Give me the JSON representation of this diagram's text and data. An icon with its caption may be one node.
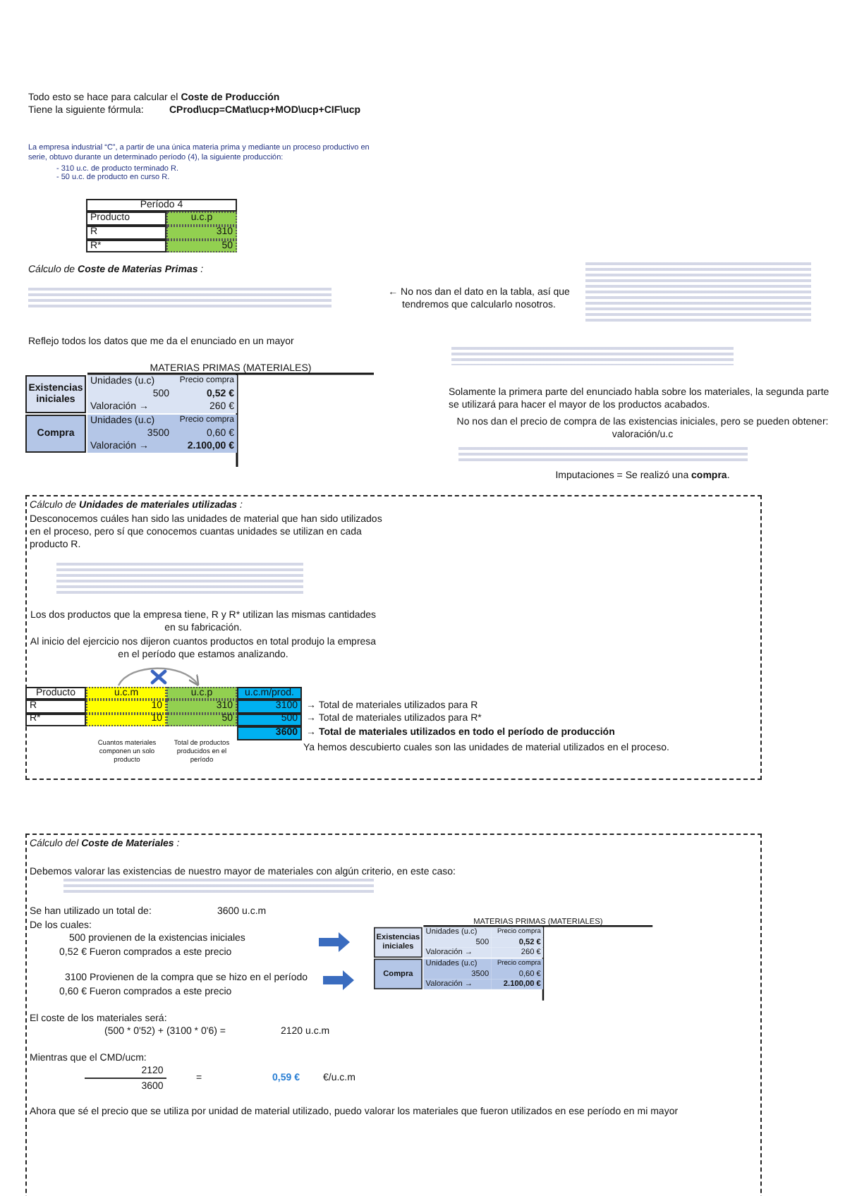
{
  "diagram": {
    "nodes": [
      {
        "text": [
          "Cálculo de **Unidades de materiales utilizadas** :",
          "Desconocemos cuáles han sido las unidades de material que han sido utilizados en el proceso, pero sí que conocemos cuantas unidades se utilizan en cada producto R.",
          "Los dos productos que la empresa tiene, R y R* utilizan las mismas cantidades en su fabricación.",
          "Al inicio del ejercicio nos dijeron cuantos productos en total produjo la empresa en el período que estamos analizando."
        ]
      },
      {
        "text": [
          "Cálculo del **Coste de Materiales** :",
          "Debemos valorar las existencias de nuestro mayor de materiales con algún criterio, en este caso:",
          "Se han utilizado un total de:",
          "3600 u.c.m",
          "De los cuales:",
          "500 provienen de la existencias iniciales",
          "0,52 € Fueron comprados a este precio",
          "3100 Provienen de la compra que se hizo en el período",
          "0,60 € Fueron comprados a este precio",
          "El coste de los materiales será:",
          "(500 * 0'52) + (3100 * 0'6) =",
          "2120 u.c.m",
          "Mientras que el CMD/ucm:",
          "2120",
          "3600",
          "=",
          "0,59 €",
          "€/u.c.m",
          "Ahora que sé el precio que se utiliza por unidad de material utilizado, puedo valorar los materiales que fueron utilizados en ese período en mi mayor"
        ]
      }
    ],
    "labels": [
      "Todo esto se hace para calcular el **Coste de Producción**",
      "Tiene la siguiente fórmula:",
      "CProd\\ucp=CMat\\ucp+MOD\\ucp+CIF\\ucp",
      "La empresa industrial “C”, a partir de una única materia prima y mediante un proceso productivo en serie, obtuvo durante un determinado período (4), la siguiente producción:",
      "- 310 u.c. de producto terminado R.",
      "- 50 u.c. de producto en curso R.",
      "Período 4",
      "Producto",
      "u.c.p",
      "R",
      "310",
      "R*",
      "50",
      "Cálculo de **Coste de Materias Primas** :",
      "← No nos dan el dato en la tabla, así que tendremos que calcularlo nosotros.",
      "Reflejo todos los datos que me da el enunciado en un mayor",
      "MATERIAS PRIMAS (MATERIALES)",
      "Existencias iniciales",
      "Unidades (u.c)",
      "Precio compra",
      "500",
      "0,52 €",
      "Valoración →",
      "260 €",
      "Compra",
      "Unidades (u.c)",
      "Precio compra",
      "3500",
      "0,60 €",
      "Valoración →",
      "2.100,00 €",
      "Solamente la primera parte del enunciado habla sobre los materiales, la segunda parte se utilizará para hacer el mayor de los productos acabados.",
      "No nos dan el precio de compra de las existencias iniciales, pero se pueden obtener: valoración/u.c",
      "Imputaciones = Se realizó una **compra**.",
      "Producto",
      "u.c.m",
      "u.c.p",
      "u.c.m/prod.",
      "R",
      "10",
      "310",
      "3100",
      "R*",
      "10",
      "50",
      "500",
      "3600",
      "→ Total de materiales utilizados para R",
      "→ Total de materiales utilizados para R*",
      "→ Total de materiales utilizados en todo el período de producción",
      "Cuantos materiales componen un solo producto",
      "Total de productos producidos en el período",
      "Ya hemos descubierto cuales son las unidades de material utilizados en el proceso.",
      "MATERIAS PRIMAS (MATERIALES)",
      "Existencias iniciales",
      "Unidades (u.c)",
      "Precio compra",
      "500",
      "0,52 €",
      "Valoración →",
      "260 €",
      "Compra",
      "Unidades (u.c)",
      "Precio compra",
      "3500",
      "0,60 €",
      "Valoración →",
      "2.100,00 €"
    ]
  }
}
